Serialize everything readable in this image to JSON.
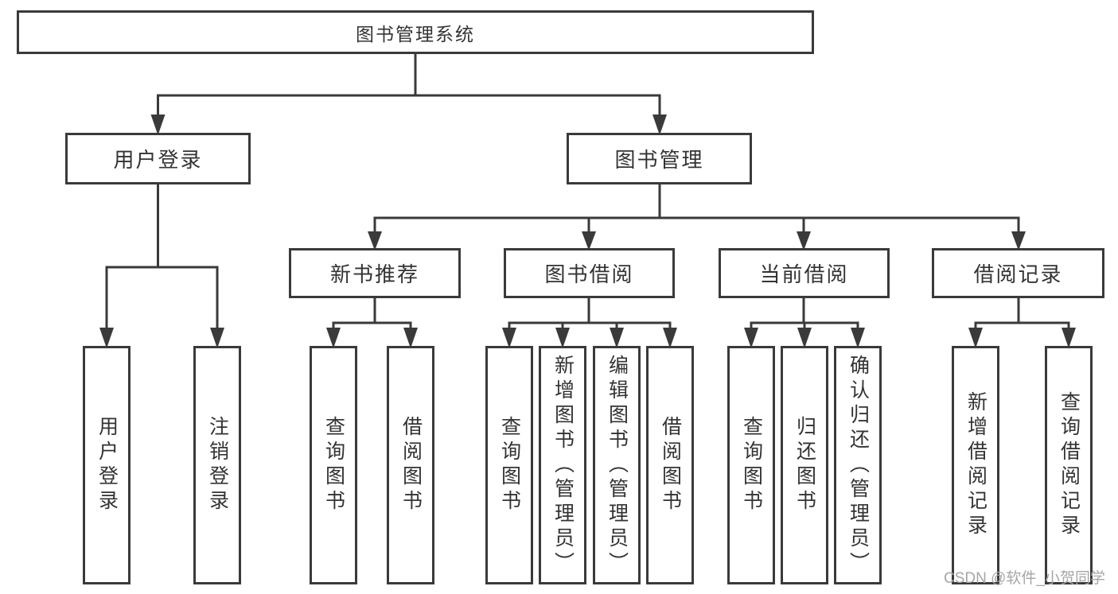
{
  "diagram": {
    "root": {
      "label": "图书管理系统"
    },
    "level2": [
      {
        "label": "用户登录"
      },
      {
        "label": "图书管理"
      }
    ],
    "level3": [
      {
        "label": "新书推荐"
      },
      {
        "label": "图书借阅"
      },
      {
        "label": "当前借阅"
      },
      {
        "label": "借阅记录"
      }
    ],
    "leaves": [
      {
        "label": "用户登录"
      },
      {
        "label": "注销登录"
      },
      {
        "label": "查询图书"
      },
      {
        "label": "借阅图书"
      },
      {
        "label": "查询图书"
      },
      {
        "label": "新增图书（管理员）"
      },
      {
        "label": "编辑图书（管理员）"
      },
      {
        "label": "借阅图书"
      },
      {
        "label": "查询图书"
      },
      {
        "label": "归还图书"
      },
      {
        "label": "确认归还（管理员）"
      },
      {
        "label": "新增借阅记录"
      },
      {
        "label": "查询借阅记录"
      }
    ],
    "watermark": "CSDN @软件_小贺同学",
    "colors": {
      "line": "#3a3a3a",
      "text": "#333333",
      "watermark": "#a6a6a6",
      "background": "#ffffff"
    }
  }
}
